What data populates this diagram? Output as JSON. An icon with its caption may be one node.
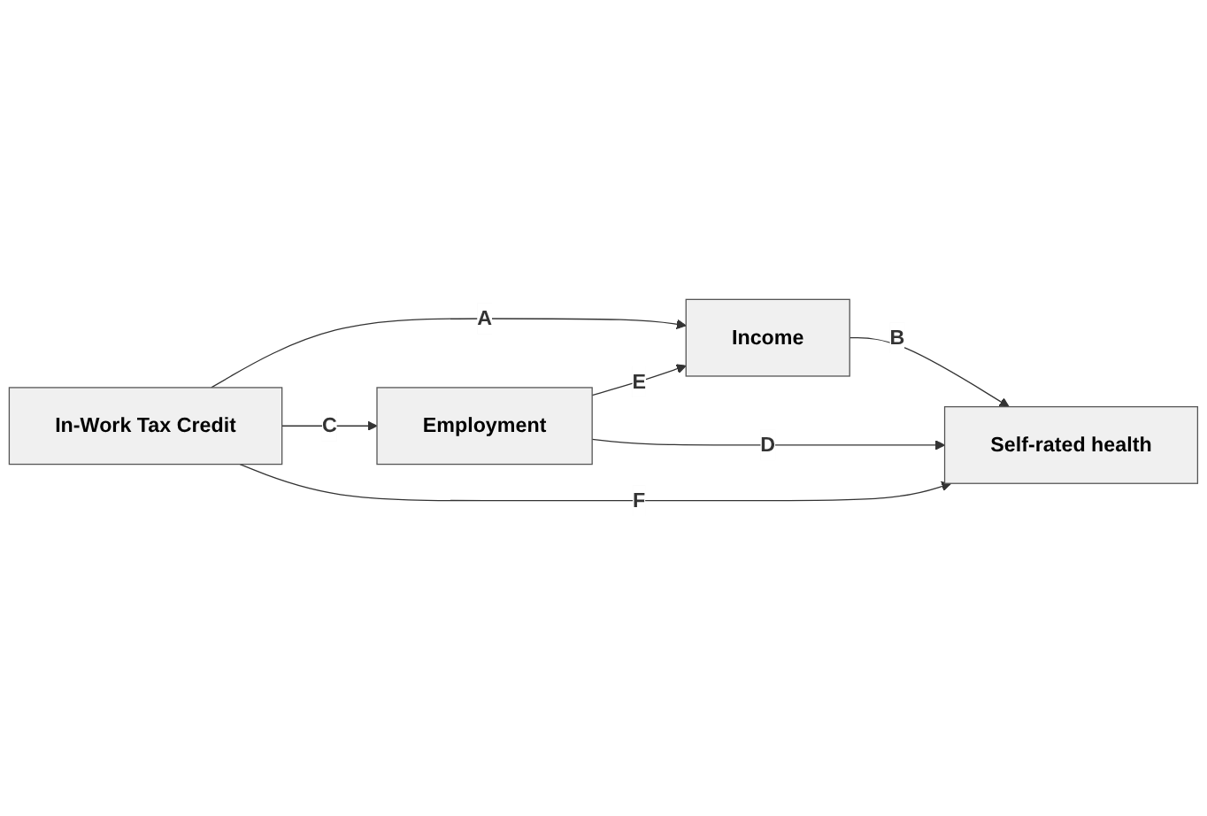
{
  "diagram": {
    "nodes": [
      {
        "text": [
          "Income"
        ]
      },
      {
        "text": [
          "Employment"
        ]
      },
      {
        "text": [
          "In-Work Tax Credit"
        ]
      },
      {
        "text": [
          "Self-rated health"
        ]
      }
    ],
    "edges": [
      {
        "from": 2,
        "to": 0,
        "arrow": "to",
        "label": "A"
      },
      {
        "from": 0,
        "to": 3,
        "arrow": "to",
        "label": "B"
      },
      {
        "from": 2,
        "to": 1,
        "arrow": "to",
        "label": "C"
      },
      {
        "from": 1,
        "to": 3,
        "arrow": "to",
        "label": "D"
      },
      {
        "from": 1,
        "to": 0,
        "arrow": "to",
        "label": "E"
      },
      {
        "from": 2,
        "to": 3,
        "arrow": "to",
        "label": "F"
      }
    ]
  }
}
